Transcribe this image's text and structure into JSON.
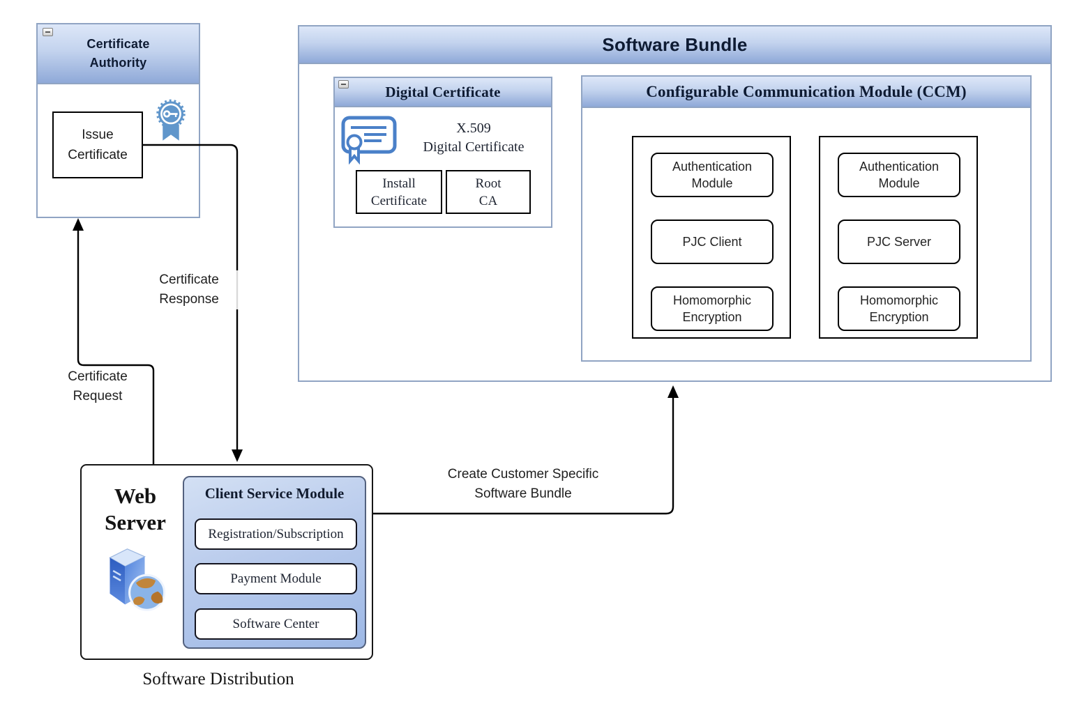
{
  "colors": {
    "header_gradient_top": "#dde7f8",
    "header_gradient_bottom": "#8fa9d8",
    "container_border": "#90a4c3",
    "icon_blue": "#6096cb",
    "certificate_icon_blue": "#4a80c8",
    "server_icon_blue": "#3b6cd1",
    "line_black": "#000000"
  },
  "certificate_authority": {
    "title": "Certificate\nAuthority",
    "issue_certificate": "Issue\nCertificate"
  },
  "software_bundle": {
    "title": "Software Bundle",
    "digital_certificate": {
      "title": "Digital Certificate",
      "x509": "X.509\nDigital Certificate",
      "install_certificate": "Install\nCertificate",
      "root_ca": "Root\nCA"
    },
    "ccm": {
      "title": "Configurable Communication Module (CCM)",
      "client_modules": [
        "Authentication\nModule",
        "PJC Client",
        "Homomorphic\nEncryption"
      ],
      "server_modules": [
        "Authentication\nModule",
        "PJC Server",
        "Homomorphic\nEncryption"
      ]
    }
  },
  "web_server": {
    "title": "Web\nServer",
    "client_service_module": {
      "title": "Client Service Module",
      "items": [
        "Registration/Subscription",
        "Payment Module",
        "Software Center"
      ]
    }
  },
  "arrows": {
    "certificate_request": "Certificate\nRequest",
    "certificate_response": "Certificate\nResponse",
    "create_bundle": "Create Customer Specific\nSoftware Bundle"
  },
  "caption": "Software Distribution"
}
